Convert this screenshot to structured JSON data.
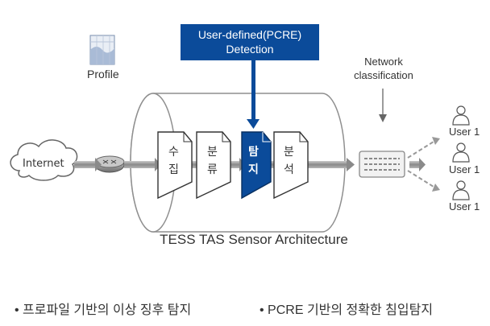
{
  "detection_box": {
    "line1": "User-defined(PCRE)",
    "line2": "Detection"
  },
  "profile_label": "Profile",
  "network_classification": {
    "line1": "Network",
    "line2": "classification"
  },
  "internet_label": "Internet",
  "stages": [
    {
      "c1": "수",
      "c2": "집"
    },
    {
      "c1": "분",
      "c2": "류"
    },
    {
      "c1": "탐",
      "c2": "지"
    },
    {
      "c1": "분",
      "c2": "석"
    }
  ],
  "users": [
    "User 1",
    "User 1",
    "User 1"
  ],
  "caption": "TESS TAS Sensor Architecture",
  "bullets": [
    "• 프로파일 기반의 이상 징후 탐지",
    "• PCRE 기반의 정확한 침입탐지"
  ],
  "colors": {
    "accent": "#0b4b9a",
    "cylinder_stroke": "#9a9a9a",
    "arrow": "#8c8c8c"
  }
}
